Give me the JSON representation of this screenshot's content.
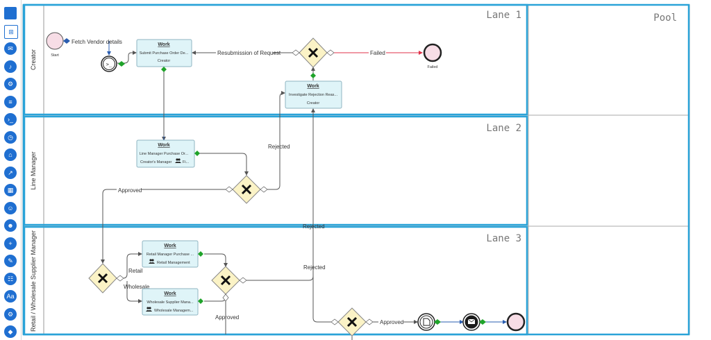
{
  "toolbar": {
    "icons": [
      "square-icon",
      "import-icon",
      "mail-icon",
      "bell-icon",
      "cogs-icon",
      "database-icon",
      "terminal-icon",
      "clock-icon",
      "shop-icon",
      "export-icon",
      "table-icon",
      "person-icon",
      "robot-icon",
      "add-doc-icon",
      "wrench-icon",
      "users-icon",
      "text-style-icon",
      "settings-icon",
      "diamond-icon"
    ]
  },
  "pool": {
    "name": "Pool"
  },
  "lanes": [
    {
      "name": "Lane 1",
      "label": "Creator"
    },
    {
      "name": "Lane 2",
      "label": "Line Manager"
    },
    {
      "name": "Lane 3",
      "label": "Retail / Wholesale Supplier Manager"
    }
  ],
  "events": {
    "start": "Start",
    "failed": "Failed"
  },
  "tasks": {
    "submit": {
      "title": "Work",
      "name": "Submit Purchase Order De...",
      "role": "Creator"
    },
    "investigate": {
      "title": "Work",
      "name": "Investigate Rejection Reas...",
      "role": "Creator"
    },
    "line_manager": {
      "title": "Work",
      "name": "Line Manager Purchase Or...",
      "role": "Creator's Manager",
      "role_suffix": "Fi..."
    },
    "retail": {
      "title": "Work",
      "name": "Retail Manager Purchase ...",
      "role": "Retail Management"
    },
    "wholesale": {
      "title": "Work",
      "name": "Wholesale Supplier Mana...",
      "role": "Wholesale Managem..."
    }
  },
  "flow_labels": {
    "fetch": "Fetch Vendor details",
    "resubmission": "Resubmission of Request",
    "failed": "Failed",
    "rejected_lane2": "Rejected",
    "approved_lane2": "Approved",
    "rejected_cross": "Rejected",
    "retail": "Retail",
    "wholesale": "Wholesale",
    "rejected_lane3": "Rejected",
    "approved_lane3": "Approved",
    "approved_end": "Approved"
  },
  "colors": {
    "lane_border": "#2aa3d8",
    "task_fill": "#dff4f8",
    "gateway_fill": "#fbf3c6",
    "start_fill": "#f7dde6",
    "toolbar_icon": "#1f6fd1"
  }
}
